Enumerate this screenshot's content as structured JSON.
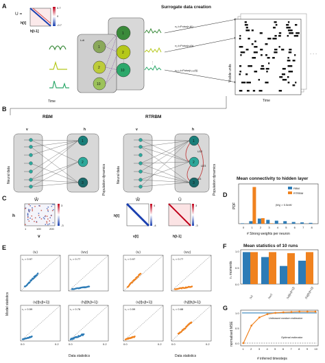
{
  "panel_labels": {
    "a": "A",
    "b": "B",
    "c": "C",
    "d": "D",
    "e": "E",
    "f": "F",
    "g": "G"
  },
  "panel_a": {
    "title": "Surrogate data creation",
    "u_label": "U =",
    "colorbar_ticks": [
      "0.7",
      "0",
      "-0.7"
    ],
    "matrix_x_label": "h[t-1]",
    "matrix_y_label": "h[t]",
    "tdt_label": "t-dt",
    "nodes": [
      "1",
      "2",
      "10"
    ],
    "poisson_labels": [
      "v₁,t=Poiss(r₁(t))",
      "v₂,t=Poiss(r₂(t))",
      "v₁₀₀,t=Poiss(r₁₀₀(t))"
    ],
    "time_label": "Time",
    "raster_y_label": "Visible units",
    "raster_x_label": "Time",
    "ellipsis": "· · ·"
  },
  "panel_b": {
    "rbm_title": "RBM",
    "rtrbm_title": "RTRBM",
    "v_label": "v",
    "h_label": "h",
    "neural_data": "Neural data",
    "population_dynamics": "Population dynamics",
    "hidden_nodes": [
      "1",
      "2",
      "3"
    ],
    "recurrent_labels": [
      "U12",
      "U23",
      "U13"
    ]
  },
  "panel_c": {
    "w_label": "Ŵ",
    "u_label": "Û",
    "h_axis": "h",
    "v_axis": "v",
    "h_t_axis": "h[t]",
    "v_t_axis": "v[t]",
    "h_tm1_axis": "h[t-1]",
    "rbm_colorbar": [
      "3",
      "-3"
    ],
    "rtrbm_w_colorbar": [
      "4",
      "-4"
    ],
    "rtrbm_u_colorbar": [
      "3",
      "-3"
    ],
    "axis_ticks": [
      "1",
      "100",
      "200"
    ]
  },
  "panel_e": {
    "y_label": "Model statistics",
    "x_label": "Data statistics",
    "subplot_titles": [
      "⟨vᵢ⟩",
      "⟨vᵢvⱼ⟩",
      "⟨vᵢ[t]vⱼ[t+1]⟩",
      "⟨hᵢ[t]hⱼ[t+1]⟩"
    ],
    "rbm_r": [
      "rₛ = 0.97",
      "rₛ = 0.77",
      "rₛ = 0.59",
      "rₛ = 0.76"
    ],
    "rtrbm_r": [
      "rₛ = 0.97",
      "rₛ = 0.77",
      "rₛ = 0.59",
      "rₛ = 0.88"
    ],
    "tick_labels": [
      "0.0",
      "0.2"
    ]
  },
  "colors": {
    "rbm": "#2c7bb6",
    "rtrbm": "#f0821e",
    "node": "#2ca89a",
    "panel_gray": "#d8d8d8"
  },
  "chart_data": [
    {
      "type": "bar",
      "title": "Mean connectivity to hidden layer",
      "xlabel": "# Strong weights per neuron",
      "ylabel": "PDF",
      "annotation": "|Wᵢⱼ| > 0.5σW",
      "categories": [
        "0",
        "1",
        "2",
        "3",
        "4",
        "5",
        "6",
        "7",
        "8"
      ],
      "series": [
        {
          "name": "RBM",
          "values": [
            0.01,
            0.06,
            0.12,
            0.09,
            0.07,
            0.06,
            0.04,
            0.03,
            0.02
          ]
        },
        {
          "name": "RTRBM",
          "values": [
            0.0,
            0.86,
            0.13,
            0.01,
            0.0,
            0.0,
            0.0,
            0.0,
            0.0
          ]
        }
      ],
      "legend": "top-right"
    },
    {
      "type": "bar",
      "title": "Mean statistics of 10 runs",
      "ylabel": "rₛ moments",
      "categories": [
        "⟨vᵢ⟩",
        "⟨vᵢvⱼ⟩",
        "⟨vᵢ[t]vⱼ[t+1]⟩",
        "⟨hᵢ[t]hⱼ[t+1]⟩"
      ],
      "series": [
        {
          "name": "RBM",
          "values": [
            0.97,
            0.82,
            0.55,
            0.71
          ]
        },
        {
          "name": "RTRBM",
          "values": [
            0.97,
            0.97,
            0.94,
            0.97
          ]
        }
      ],
      "ylim": [
        0,
        1
      ],
      "yticks": [
        "0.0",
        "0.5",
        "1.0"
      ]
    },
    {
      "type": "line",
      "xlabel": "# inferred timesteps",
      "ylabel": "normalised MSE",
      "x": [
        1,
        2,
        3,
        4,
        5,
        6,
        7,
        8,
        9,
        10
      ],
      "series": [
        {
          "name": "RTRBM",
          "values": [
            0.0,
            0.58,
            0.85,
            0.96,
            1.0,
            1.02,
            1.03,
            1.04,
            1.04,
            1.04
          ]
        }
      ],
      "reference_lines": [
        {
          "label": "Unbiased random estimator",
          "value": 1.0
        },
        {
          "label": "Optimal estimator",
          "value": 0.0
        }
      ],
      "ylim": [
        0,
        1.0
      ],
      "yticks": [
        "0.0",
        "0.5",
        "1.0"
      ],
      "xticks": [
        "1",
        "2",
        "3",
        "4",
        "5",
        "6",
        "7",
        "8",
        "9",
        "10"
      ]
    }
  ]
}
